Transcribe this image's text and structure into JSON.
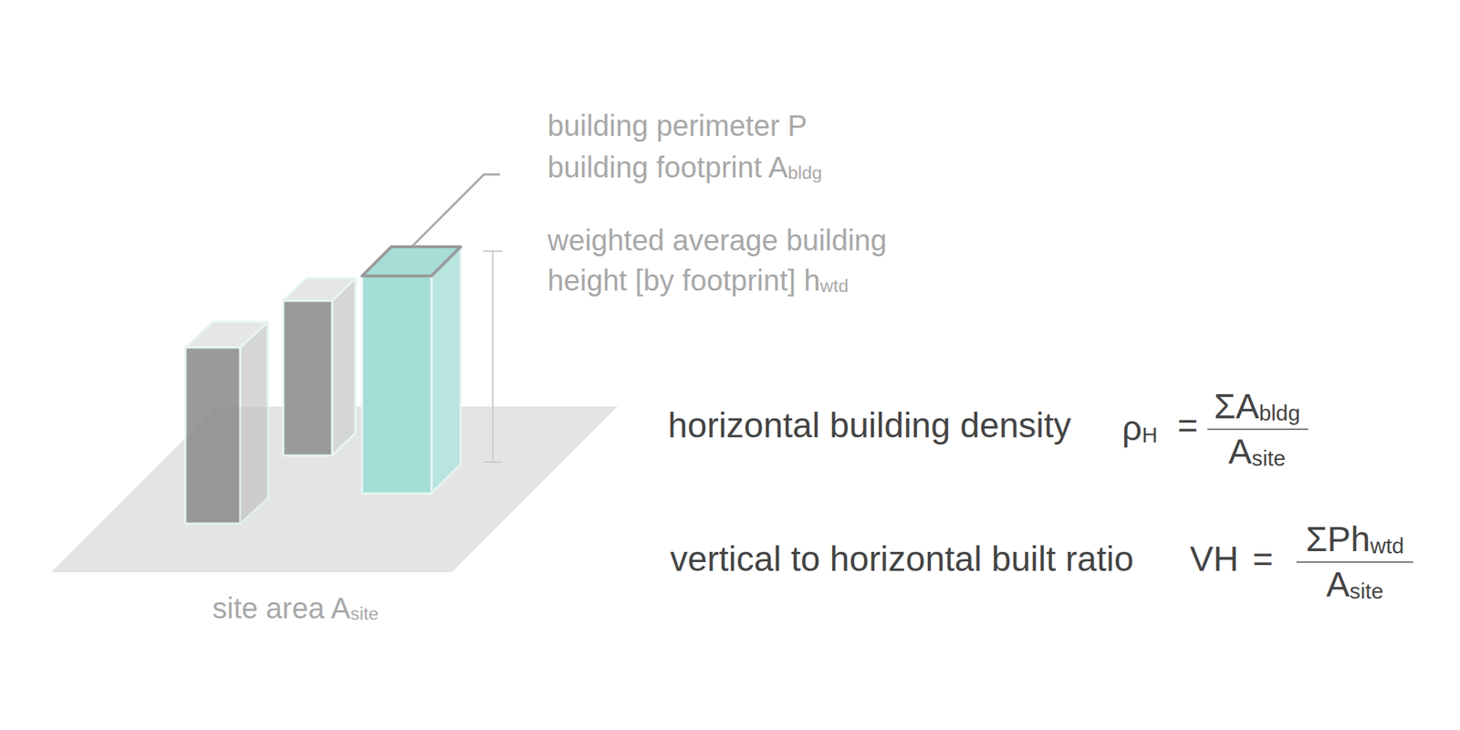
{
  "diagram": {
    "labels": [
      "building perimeter P",
      "building footprint A",
      "bldg",
      "weighted average building height [by footprint] h",
      "wtd",
      "horizontal building density",
      "ρ",
      "H",
      "=",
      "ΣA",
      "bldg",
      "A",
      "site",
      "vertical to horizontal built ratio",
      "VH",
      "=",
      "ΣPh",
      "wtd",
      "A",
      "site",
      "site area A",
      "site"
    ]
  }
}
